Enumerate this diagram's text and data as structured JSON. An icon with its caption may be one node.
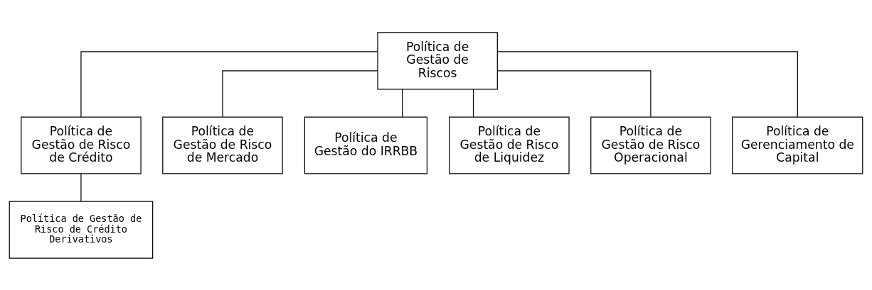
{
  "diagram": {
    "nodes": [
      {
        "text": [
          "Política de Gestão de Riscos"
        ]
      },
      {
        "text": [
          "Política de Gestão de Risco de Crédito"
        ]
      },
      {
        "text": [
          "Política de Gestão de Risco de Mercado"
        ]
      },
      {
        "text": [
          "Política de Gestão do IRRBB"
        ]
      },
      {
        "text": [
          "Política de Gestão de Risco de Liquidez"
        ]
      },
      {
        "text": [
          "Política de Gestão de Risco Operacional"
        ]
      },
      {
        "text": [
          "Política de Gerenciamento de Capital"
        ]
      },
      {
        "text": [
          "Política de Gestão de Risco de Crédito Derivativos"
        ]
      }
    ],
    "edges": [
      {
        "from": 0,
        "to": 1,
        "arrow": "none"
      },
      {
        "from": 0,
        "to": 2,
        "arrow": "none"
      },
      {
        "from": 0,
        "to": 3,
        "arrow": "none"
      },
      {
        "from": 0,
        "to": 4,
        "arrow": "none"
      },
      {
        "from": 0,
        "to": 5,
        "arrow": "none"
      },
      {
        "from": 0,
        "to": 6,
        "arrow": "none"
      },
      {
        "from": 1,
        "to": 7,
        "arrow": "none"
      }
    ]
  }
}
